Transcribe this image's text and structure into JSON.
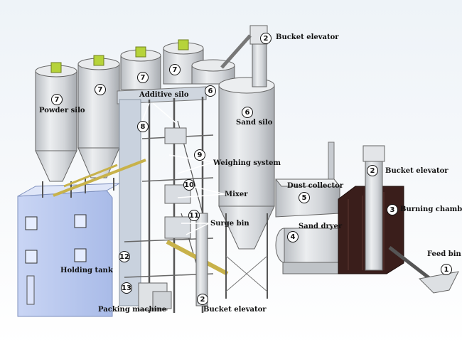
{
  "labels": {
    "bucket_elevator_top": "Bucket elevator",
    "additive_silo": "Additive silo",
    "powder_silo": "Powder silo",
    "sand_silo": "Sand silo",
    "weighing_system": "Weighing system",
    "bucket_elevator_right": "Bucket elevator",
    "dust_collector": "Dust collector",
    "burning_chamber": "Burning chamber",
    "mixer": "Mixer",
    "sand_dryer": "Sand dryer",
    "surge_bin": "Surge bin",
    "feed_bin": "Feed bin",
    "holding_tank": "Holding tank",
    "packing_machine": "Packing machine",
    "bucket_elevator_bottom": "Bucket elevator"
  },
  "badges": {
    "elevator_top": "2",
    "silo_powder_1": "7",
    "silo_powder_2": "7",
    "silo_powder_3": "7",
    "silo_powder_4": "7",
    "silo_powder_5": "7",
    "sand_silo_small": "6",
    "sand_silo_big": "6",
    "additive": "8",
    "weighing": "9",
    "mixer": "10",
    "surge": "11",
    "holding": "12",
    "packing": "13",
    "elevator_bottom": "2",
    "elevator_right": "2",
    "burning": "3",
    "dust": "5",
    "dryer": "4",
    "feed": "1"
  },
  "colors": {
    "silo": "#d9dcdf",
    "building": "#b9c8ee",
    "burning_chamber": "#3a1e1b",
    "accent_green": "#b6d33a",
    "conveyor": "#c8b24a"
  }
}
